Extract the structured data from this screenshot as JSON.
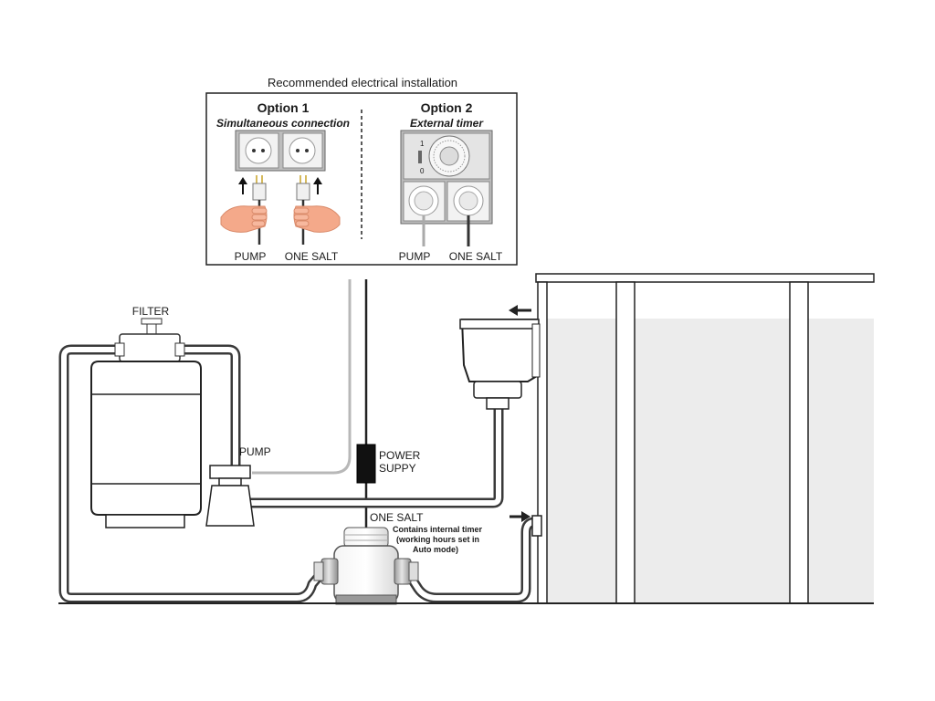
{
  "installation_title": "Recommended electrical installation",
  "option1": {
    "title": "Option 1",
    "subtitle": "Simultaneous connection",
    "label_left": "PUMP",
    "label_right": "ONE SALT"
  },
  "option2": {
    "title": "Option 2",
    "subtitle": "External timer",
    "timer_mark_on": "1",
    "timer_mark_off": "0",
    "label_left": "PUMP",
    "label_right": "ONE SALT"
  },
  "components": {
    "filter": "FILTER",
    "pump": "PUMP",
    "power_supply_line1": "POWER",
    "power_supply_line2": "SUPPY",
    "one_salt": "ONE SALT",
    "timer_note_line1": "Contains internal timer",
    "timer_note_line2": "(working hours set in",
    "timer_note_line3": "Auto mode)"
  }
}
